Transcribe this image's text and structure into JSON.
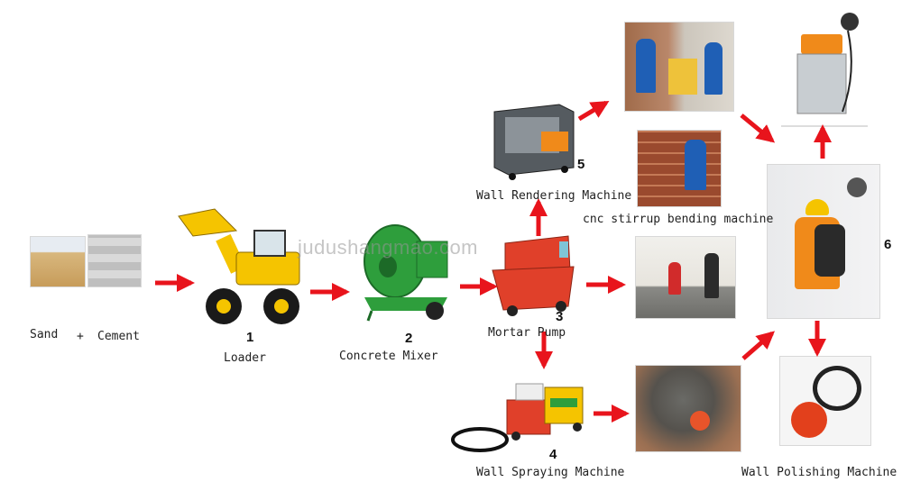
{
  "watermark": "judushangmao.com",
  "labels": {
    "sand": "Sand",
    "plus": "+",
    "cement": "Cement",
    "loader": "Loader",
    "concrete_mixer": "Concrete Mixer",
    "mortar_pump": "Mortar Pump",
    "wall_rendering": "Wall Rendering Machine",
    "cnc_stirrup": "cnc stirrup bending machine",
    "wall_spraying": "Wall Spraying Machine",
    "wall_polishing": "Wall Polishing Machine"
  },
  "numbers": {
    "n1": "1",
    "n2": "2",
    "n3": "3",
    "n4": "4",
    "n5": "5",
    "n6": "6"
  },
  "colors": {
    "arrow": "#e8141c",
    "machine_yellow": "#f5c400",
    "machine_green": "#2e9e3c",
    "machine_red": "#e0402a",
    "worker_blue": "#1f5fb5",
    "vacuum_orange": "#f08a1a"
  }
}
